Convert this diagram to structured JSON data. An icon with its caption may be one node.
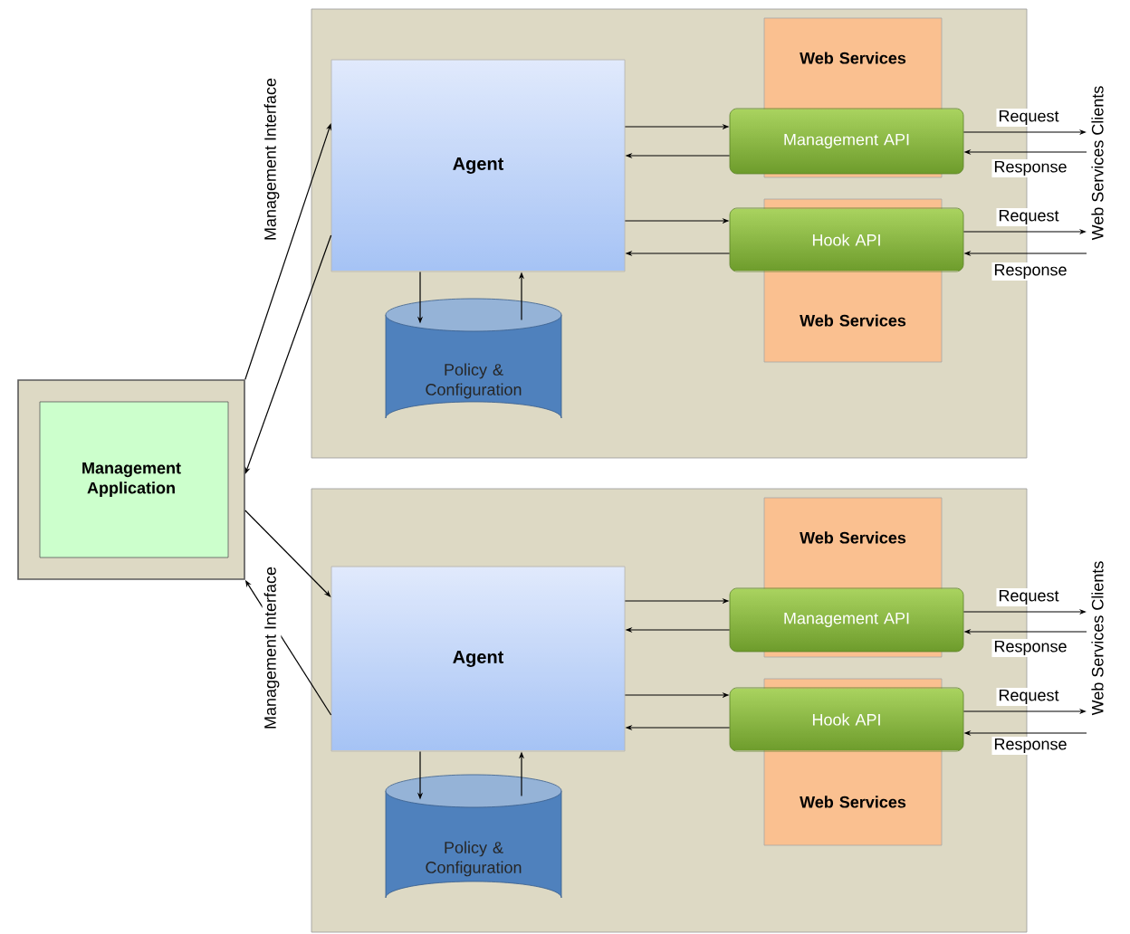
{
  "diagram": {
    "nodes": [
      {
        "text": [
          "Management Application"
        ]
      },
      {
        "text": [],
        "shape": "box"
      },
      {
        "text": [
          "Agent"
        ],
        "in": 1
      },
      {
        "text": [
          "Policy & Configuration"
        ],
        "in": 1
      },
      {
        "text": [
          "Web Services"
        ],
        "in": 1
      },
      {
        "text": [
          "Management API"
        ],
        "in": 1
      },
      {
        "text": [
          "Hook API"
        ],
        "in": 1
      },
      {
        "text": [
          "Web Services"
        ],
        "in": 1
      },
      {
        "text": [],
        "shape": "box"
      },
      {
        "text": [
          "Agent"
        ],
        "in": 8
      },
      {
        "text": [
          "Policy & Configuration"
        ],
        "in": 8
      },
      {
        "text": [
          "Web Services"
        ],
        "in": 8
      },
      {
        "text": [
          "Management API"
        ],
        "in": 8
      },
      {
        "text": [
          "Hook API"
        ],
        "in": 8
      },
      {
        "text": [
          "Web Services"
        ],
        "in": 8
      },
      {
        "text": [
          "Web Services Clients"
        ]
      },
      {
        "text": [
          "Web Services Clients"
        ]
      }
    ],
    "edges": [
      {
        "from": 0,
        "to": 2,
        "arrow": "to"
      },
      {
        "from": 2,
        "to": 0,
        "arrow": "to"
      },
      {
        "from": 2,
        "to": 5,
        "arrow": "to"
      },
      {
        "from": 5,
        "to": 2,
        "arrow": "to"
      },
      {
        "from": 2,
        "to": 6,
        "arrow": "to"
      },
      {
        "from": 6,
        "to": 2,
        "arrow": "to"
      },
      {
        "from": 2,
        "to": 3,
        "arrow": "to"
      },
      {
        "from": 3,
        "to": 2,
        "arrow": "to"
      },
      {
        "from": 5,
        "to": 15,
        "arrow": "to",
        "label": "Request"
      },
      {
        "from": 15,
        "to": 5,
        "arrow": "to",
        "label": "Response"
      },
      {
        "from": 6,
        "to": 15,
        "arrow": "to",
        "label": "Request"
      },
      {
        "from": 15,
        "to": 6,
        "arrow": "to",
        "label": "Response"
      },
      {
        "from": 0,
        "to": 9,
        "arrow": "to"
      },
      {
        "from": 9,
        "to": 0,
        "arrow": "to"
      },
      {
        "from": 9,
        "to": 12,
        "arrow": "to"
      },
      {
        "from": 12,
        "to": 9,
        "arrow": "to"
      },
      {
        "from": 9,
        "to": 13,
        "arrow": "to"
      },
      {
        "from": 13,
        "to": 9,
        "arrow": "to"
      },
      {
        "from": 9,
        "to": 10,
        "arrow": "to"
      },
      {
        "from": 10,
        "to": 9,
        "arrow": "to"
      },
      {
        "from": 12,
        "to": 16,
        "arrow": "to",
        "label": "Request"
      },
      {
        "from": 16,
        "to": 12,
        "arrow": "to",
        "label": "Response"
      },
      {
        "from": 13,
        "to": 16,
        "arrow": "to",
        "label": "Request"
      },
      {
        "from": 16,
        "to": 13,
        "arrow": "to",
        "label": "Response"
      }
    ],
    "labels": [
      "Management Interface",
      "Management Interface"
    ]
  }
}
